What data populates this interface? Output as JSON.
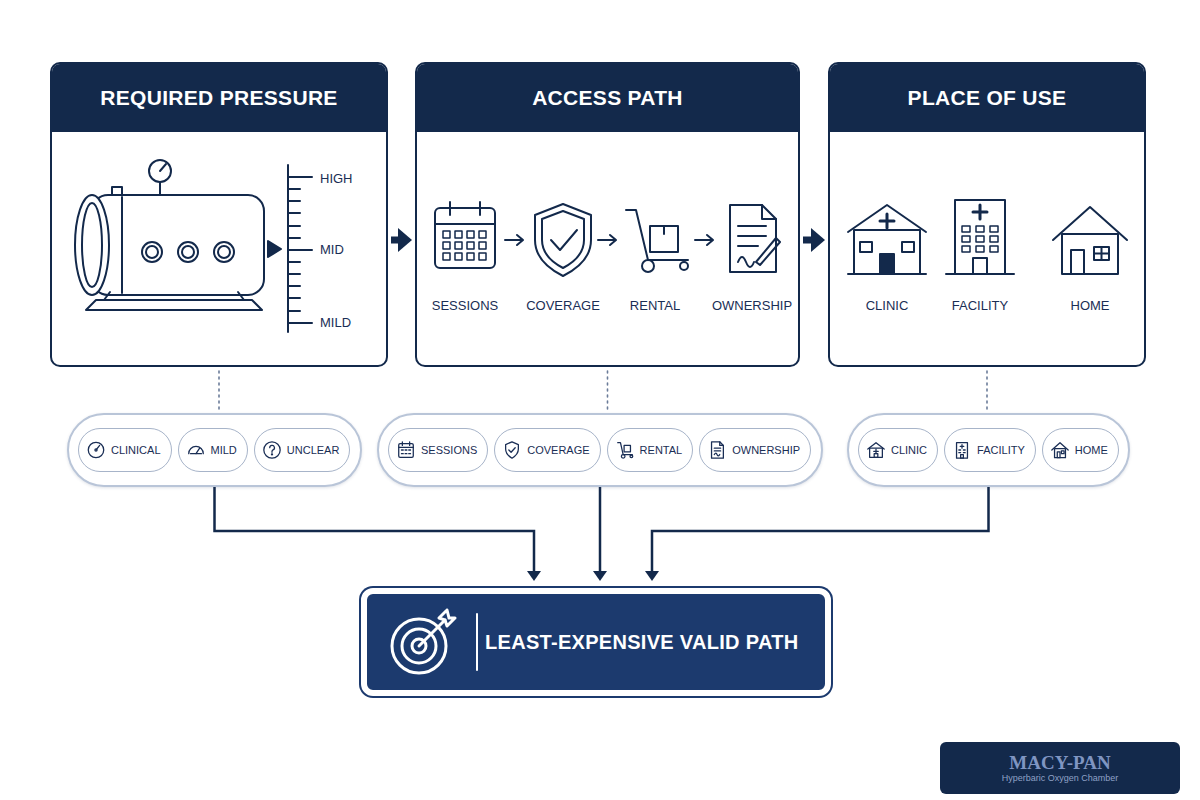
{
  "diagram": {
    "nodes": [
      {
        "text": [
          "REQUIRED PRESSURE"
        ]
      },
      {
        "text": [
          "ACCESS PATH"
        ]
      },
      {
        "text": [
          "PLACE OF USE"
        ]
      },
      {
        "text": []
      },
      {
        "text": [
          "CLINICAL"
        ],
        "in": 3
      },
      {
        "text": [
          "MILD"
        ],
        "in": 3
      },
      {
        "text": [
          "UNCLEAR"
        ],
        "in": 3
      },
      {
        "text": []
      },
      {
        "text": [
          "SESSIONS"
        ],
        "in": 7
      },
      {
        "text": [
          "COVERAGE"
        ],
        "in": 7
      },
      {
        "text": [
          "RENTAL"
        ],
        "in": 7
      },
      {
        "text": [
          "OWNERSHIP"
        ],
        "in": 7
      },
      {
        "text": []
      },
      {
        "text": [
          "CLINIC"
        ],
        "in": 12
      },
      {
        "text": [
          "FACILITY"
        ],
        "in": 12
      },
      {
        "text": [
          "HOME"
        ],
        "in": 12
      },
      {
        "text": [
          "LEAST-EXPENSIVE VALID PATH"
        ]
      },
      {
        "text": [
          "MACY-PAN",
          "Hyperbaric Oxygen Chamber"
        ]
      }
    ],
    "edges": [
      {
        "from": 0,
        "to": 1,
        "arrow": "to"
      },
      {
        "from": 1,
        "to": 2,
        "arrow": "to"
      },
      {
        "from": 0,
        "to": 3,
        "arrow": "none"
      },
      {
        "from": 1,
        "to": 7,
        "arrow": "none"
      },
      {
        "from": 2,
        "to": 12,
        "arrow": "none"
      },
      {
        "from": 3,
        "to": 16,
        "arrow": "to"
      },
      {
        "from": 7,
        "to": 16,
        "arrow": "to"
      },
      {
        "from": 12,
        "to": 16,
        "arrow": "to"
      }
    ],
    "labels": [
      "HIGH",
      "MID",
      "MILD",
      "SESSIONS",
      "COVERAGE",
      "RENTAL",
      "OWNERSHIP",
      "CLINIC",
      "FACILITY",
      "HOME"
    ]
  }
}
